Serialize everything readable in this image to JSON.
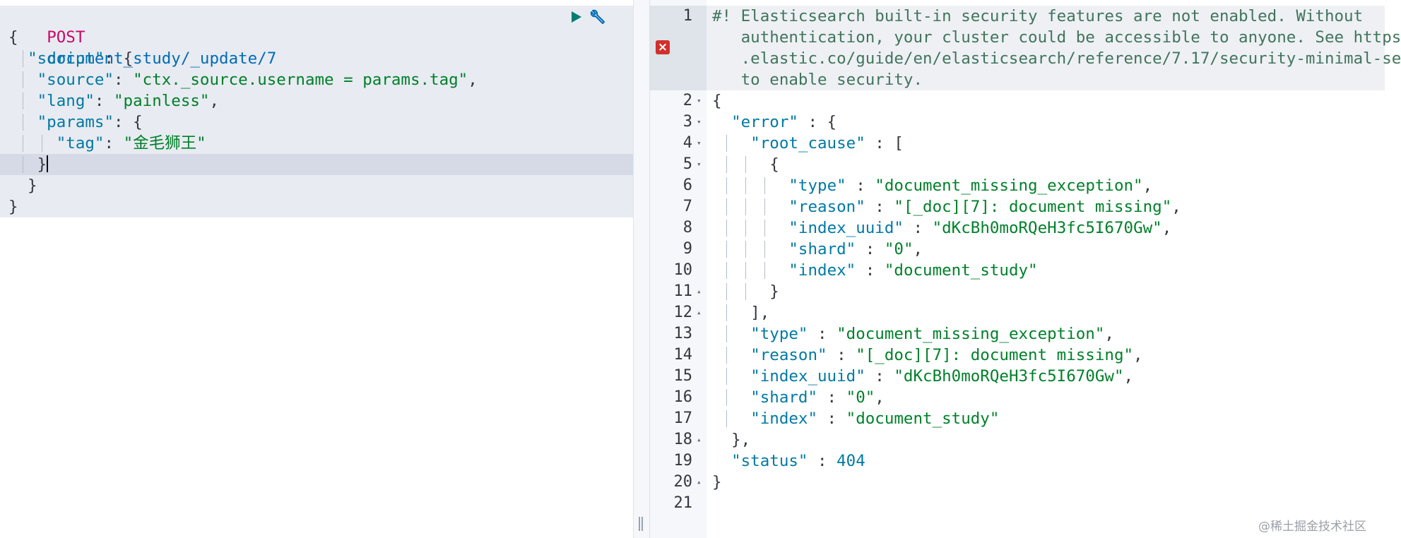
{
  "request": {
    "method": "POST",
    "path": "document_study/_update/7",
    "lines": [
      [
        {
          "t": "{",
          "c": "pun"
        }
      ],
      [
        {
          "t": "\"script\"",
          "c": "key"
        },
        {
          "t": ": {",
          "c": "pun"
        }
      ],
      [
        {
          "t": "\"source\"",
          "c": "key"
        },
        {
          "t": ": ",
          "c": "pun"
        },
        {
          "t": "\"ctx._source.username = params.tag\"",
          "c": "str"
        },
        {
          "t": ",",
          "c": "pun"
        }
      ],
      [
        {
          "t": "\"lang\"",
          "c": "key"
        },
        {
          "t": ": ",
          "c": "pun"
        },
        {
          "t": "\"painless\"",
          "c": "str"
        },
        {
          "t": ",",
          "c": "pun"
        }
      ],
      [
        {
          "t": "\"params\"",
          "c": "key"
        },
        {
          "t": ": {",
          "c": "pun"
        }
      ],
      [
        {
          "t": "\"tag\"",
          "c": "key"
        },
        {
          "t": ": ",
          "c": "pun"
        },
        {
          "t": "\"金毛狮王\"",
          "c": "str"
        }
      ],
      [
        {
          "t": "}",
          "c": "pun"
        }
      ],
      [
        {
          "t": "}",
          "c": "pun"
        }
      ],
      [
        {
          "t": "}",
          "c": "pun"
        }
      ]
    ]
  },
  "actions": {
    "run_icon": "play-icon",
    "settings_icon": "wrench-icon"
  },
  "response": {
    "line_numbers": [
      "1",
      "2",
      "3",
      "4",
      "5",
      "6",
      "7",
      "8",
      "9",
      "10",
      "11",
      "12",
      "13",
      "14",
      "15",
      "16",
      "17",
      "18",
      "19",
      "20",
      "21"
    ],
    "warning_lines": [
      "#! Elasticsearch built-in security features are not enabled. Without",
      "   authentication, your cluster could be accessible to anyone. See https",
      "   .elastic.co/guide/en/elasticsearch/reference/7.17/security-minimal-se",
      "   to enable security."
    ],
    "lines": [
      [
        {
          "t": "{",
          "c": "pun"
        }
      ],
      [
        {
          "t": "\"error\"",
          "c": "key"
        },
        {
          "t": " : {",
          "c": "pun"
        }
      ],
      [
        {
          "t": "\"root_cause\"",
          "c": "key"
        },
        {
          "t": " : [",
          "c": "pun"
        }
      ],
      [
        {
          "t": "{",
          "c": "pun"
        }
      ],
      [
        {
          "t": "\"type\"",
          "c": "key"
        },
        {
          "t": " : ",
          "c": "pun"
        },
        {
          "t": "\"document_missing_exception\"",
          "c": "str"
        },
        {
          "t": ",",
          "c": "pun"
        }
      ],
      [
        {
          "t": "\"reason\"",
          "c": "key"
        },
        {
          "t": " : ",
          "c": "pun"
        },
        {
          "t": "\"[_doc][7]: document missing\"",
          "c": "str"
        },
        {
          "t": ",",
          "c": "pun"
        }
      ],
      [
        {
          "t": "\"index_uuid\"",
          "c": "key"
        },
        {
          "t": " : ",
          "c": "pun"
        },
        {
          "t": "\"dKcBh0moRQeH3fc5I670Gw\"",
          "c": "str"
        },
        {
          "t": ",",
          "c": "pun"
        }
      ],
      [
        {
          "t": "\"shard\"",
          "c": "key"
        },
        {
          "t": " : ",
          "c": "pun"
        },
        {
          "t": "\"0\"",
          "c": "str"
        },
        {
          "t": ",",
          "c": "pun"
        }
      ],
      [
        {
          "t": "\"index\"",
          "c": "key"
        },
        {
          "t": " : ",
          "c": "pun"
        },
        {
          "t": "\"document_study\"",
          "c": "str"
        }
      ],
      [
        {
          "t": "}",
          "c": "pun"
        }
      ],
      [
        {
          "t": "],",
          "c": "pun"
        }
      ],
      [
        {
          "t": "\"type\"",
          "c": "key"
        },
        {
          "t": " : ",
          "c": "pun"
        },
        {
          "t": "\"document_missing_exception\"",
          "c": "str"
        },
        {
          "t": ",",
          "c": "pun"
        }
      ],
      [
        {
          "t": "\"reason\"",
          "c": "key"
        },
        {
          "t": " : ",
          "c": "pun"
        },
        {
          "t": "\"[_doc][7]: document missing\"",
          "c": "str"
        },
        {
          "t": ",",
          "c": "pun"
        }
      ],
      [
        {
          "t": "\"index_uuid\"",
          "c": "key"
        },
        {
          "t": " : ",
          "c": "pun"
        },
        {
          "t": "\"dKcBh0moRQeH3fc5I670Gw\"",
          "c": "str"
        },
        {
          "t": ",",
          "c": "pun"
        }
      ],
      [
        {
          "t": "\"shard\"",
          "c": "key"
        },
        {
          "t": " : ",
          "c": "pun"
        },
        {
          "t": "\"0\"",
          "c": "str"
        },
        {
          "t": ",",
          "c": "pun"
        }
      ],
      [
        {
          "t": "\"index\"",
          "c": "key"
        },
        {
          "t": " : ",
          "c": "pun"
        },
        {
          "t": "\"document_study\"",
          "c": "str"
        }
      ],
      [
        {
          "t": "},",
          "c": "pun"
        }
      ],
      [
        {
          "t": "\"status\"",
          "c": "key"
        },
        {
          "t": " : ",
          "c": "pun"
        },
        {
          "t": "404",
          "c": "num"
        }
      ],
      [
        {
          "t": "}",
          "c": "pun"
        }
      ],
      []
    ]
  },
  "watermark": "@稀土掘金技术社区",
  "colors": {
    "method": "#c80a68",
    "url": "#006bb8",
    "key": "#0079a5",
    "string": "#00802a",
    "comment": "#41755c",
    "error_icon": "#d0312d"
  }
}
